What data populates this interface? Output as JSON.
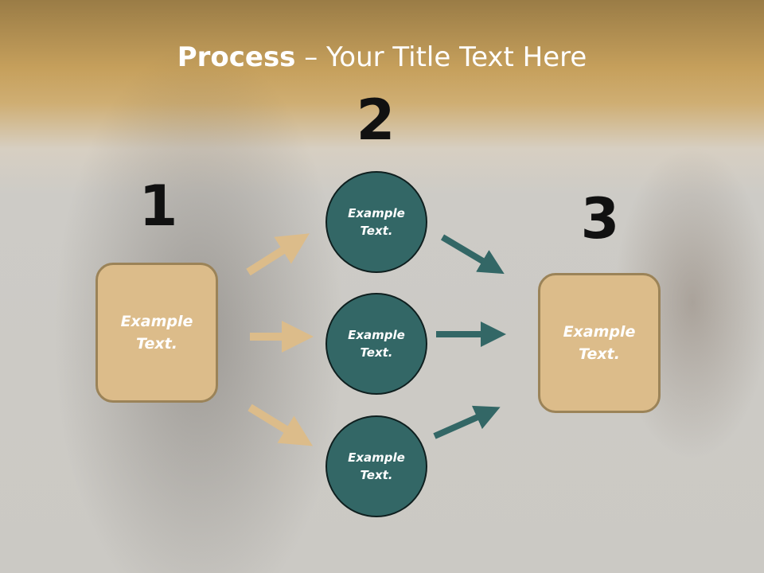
{
  "title": {
    "bold": "Process",
    "rest": " – Your Title Text Here"
  },
  "steps": {
    "one": "1",
    "two": "2",
    "three": "3"
  },
  "left_box": {
    "label": "Example\nText."
  },
  "circles": [
    {
      "label": "Example\nText."
    },
    {
      "label": "Example\nText."
    },
    {
      "label": "Example\nText."
    }
  ],
  "right_box": {
    "label": "Example\nText."
  },
  "colors": {
    "box_fill": "#dcbc8a",
    "box_border": "#9b8358",
    "circle_fill": "#336766",
    "arrow_left": "#dcbc8a",
    "arrow_right": "#336766"
  }
}
